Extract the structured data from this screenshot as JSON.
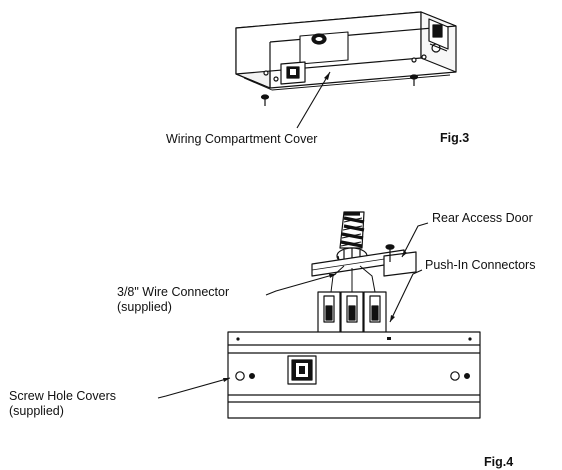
{
  "figure3": {
    "label": "Fig.3",
    "callouts": {
      "wiring_cover": "Wiring Compartment Cover"
    }
  },
  "figure4": {
    "label": "Fig.4",
    "callouts": {
      "rear_access_door": "Rear Access Door",
      "push_in_connectors": "Push-In Connectors",
      "wire_connector_line1": "3/8\" Wire Connector",
      "wire_connector_line2": "(supplied)",
      "screw_hole_line1": "Screw Hole Covers",
      "screw_hole_line2": "(supplied)"
    }
  }
}
